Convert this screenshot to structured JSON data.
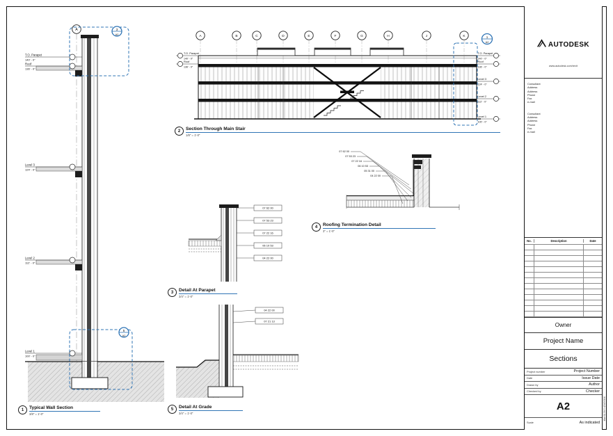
{
  "titleblock": {
    "logo": {
      "brand": "AUTODESK",
      "tagline": "www.autodesk.com/revit"
    },
    "consultant_a": [
      "Consultant",
      "Address",
      "Address",
      "Phone",
      "Fax",
      "e-mail"
    ],
    "consultant_b": [
      "Consultant",
      "Address",
      "Address",
      "Phone",
      "Fax",
      "e-mail"
    ],
    "revision_table": {
      "no": "No.",
      "description": "Description",
      "date": "Date"
    },
    "owner": "Owner",
    "project_name": "Project Name",
    "sheet_name": "Sections",
    "fields": [
      {
        "label": "Project number",
        "value": "Project Number"
      },
      {
        "label": "Date",
        "value": "Issue Date"
      },
      {
        "label": "Drawn by",
        "value": "Author"
      },
      {
        "label": "Checked by",
        "value": "Checker"
      }
    ],
    "sheet_number": "A2",
    "scale_label": "Scale",
    "scale_value": "As indicated",
    "plot_stamp": "3/31/2015 1:02:53 PM"
  },
  "views": {
    "wall_section": {
      "number": "1",
      "title": "Typical Wall Section",
      "scale": "3/8\" = 1'-0\"",
      "grid_letter": "A",
      "levels": [
        {
          "name": "T.O. Parapet",
          "elev": "140' - 0\""
        },
        {
          "name": "Roof",
          "elev": "136' - 0\""
        },
        {
          "name": "Level 3",
          "elev": "124' - 0\""
        },
        {
          "name": "Level 2",
          "elev": "112' - 0\""
        },
        {
          "name": "Level 1",
          "elev": "100' - 0\""
        }
      ],
      "callout_top": {
        "detail": "3",
        "sheet": "A2"
      },
      "callout_bottom": {
        "detail": "5",
        "sheet": "A2"
      }
    },
    "main_section": {
      "number": "2",
      "title": "Section Through Main Stair",
      "scale": "1/8\" = 1'-0\"",
      "grids": [
        "A",
        "B",
        "C",
        "D",
        "E",
        "F",
        "G",
        "H",
        "J",
        "K"
      ],
      "levels_left": [
        {
          "name": "T.O. Parapet",
          "elev": "140' - 0\""
        },
        {
          "name": "Roof",
          "elev": "136' - 0\""
        }
      ],
      "levels_right": [
        {
          "name": "T.O. Parapet",
          "elev": "140' - 0\""
        },
        {
          "name": "Roof",
          "elev": "136' - 0\""
        },
        {
          "name": "Level 3",
          "elev": "124' - 0\""
        },
        {
          "name": "Level 2",
          "elev": "112' - 0\""
        },
        {
          "name": "Level 1",
          "elev": "100' - 0\""
        }
      ],
      "callout_right": {
        "detail": "1",
        "sheet": "A2"
      }
    },
    "roofing_detail": {
      "number": "4",
      "title": "Roofing Termination Detail",
      "scale": "3\" = 1'-0\"",
      "keynotes": [
        "07 62 00",
        "07 53 23",
        "07 22 16",
        "06 10 53",
        "05 31 00",
        "04 22 00"
      ]
    },
    "parapet_detail": {
      "number": "3",
      "title": "Detail At Parapet",
      "scale": "3/4\" = 1'-0\"",
      "keynotes": [
        "07 62 00",
        "07 53 23",
        "07 22 16",
        "06 10 53",
        "04 22 00"
      ]
    },
    "grade_detail": {
      "number": "5",
      "title": "Detail At Grade",
      "scale": "3/4\" = 1'-0\"",
      "keynotes": [
        "04 22 00",
        "07 21 13"
      ]
    }
  },
  "colors": {
    "callout_blue": "#2f74b5",
    "title_line_blue": "#2f74b5",
    "earth_gray": "#e4e4e4"
  }
}
